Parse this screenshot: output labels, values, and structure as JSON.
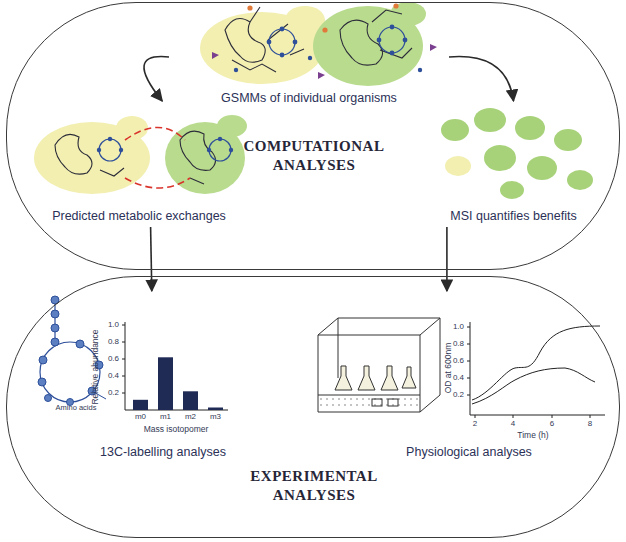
{
  "diagram": {
    "nodes": [
      {
        "text": [
          "COMPUTATIONAL ANALYSES"
        ]
      },
      {
        "text": [
          "GSMMs of individual organisms"
        ],
        "in": 0
      },
      {
        "text": [
          "Predicted metabolic exchanges"
        ],
        "in": 0
      },
      {
        "text": [
          "MSI quantifies benefits"
        ],
        "in": 0
      },
      {
        "text": [
          "EXPERIMENTAL ANALYSES"
        ]
      },
      {
        "text": [
          "13C-labelling analyses"
        ],
        "in": 4
      },
      {
        "text": [
          "Physiological analyses"
        ],
        "in": 4
      }
    ],
    "edges": [
      {
        "from": 1,
        "to": 2,
        "arrow": "to"
      },
      {
        "from": 1,
        "to": 3,
        "arrow": "to"
      },
      {
        "from": 2,
        "to": 5,
        "arrow": "to"
      },
      {
        "from": 3,
        "to": 6,
        "arrow": "to"
      }
    ],
    "labels": [
      "Amino acids",
      "Relative abundance",
      "1.0",
      "0.8",
      "0.6",
      "0.4",
      "0.2",
      "m0",
      "m1",
      "m2",
      "m3",
      "Mass isotopomer",
      "OD at 600nm",
      "1.0",
      "0.8",
      "0.6",
      "0.4",
      "0.2",
      "2",
      "4",
      "6",
      "8",
      "Time (h)"
    ]
  }
}
